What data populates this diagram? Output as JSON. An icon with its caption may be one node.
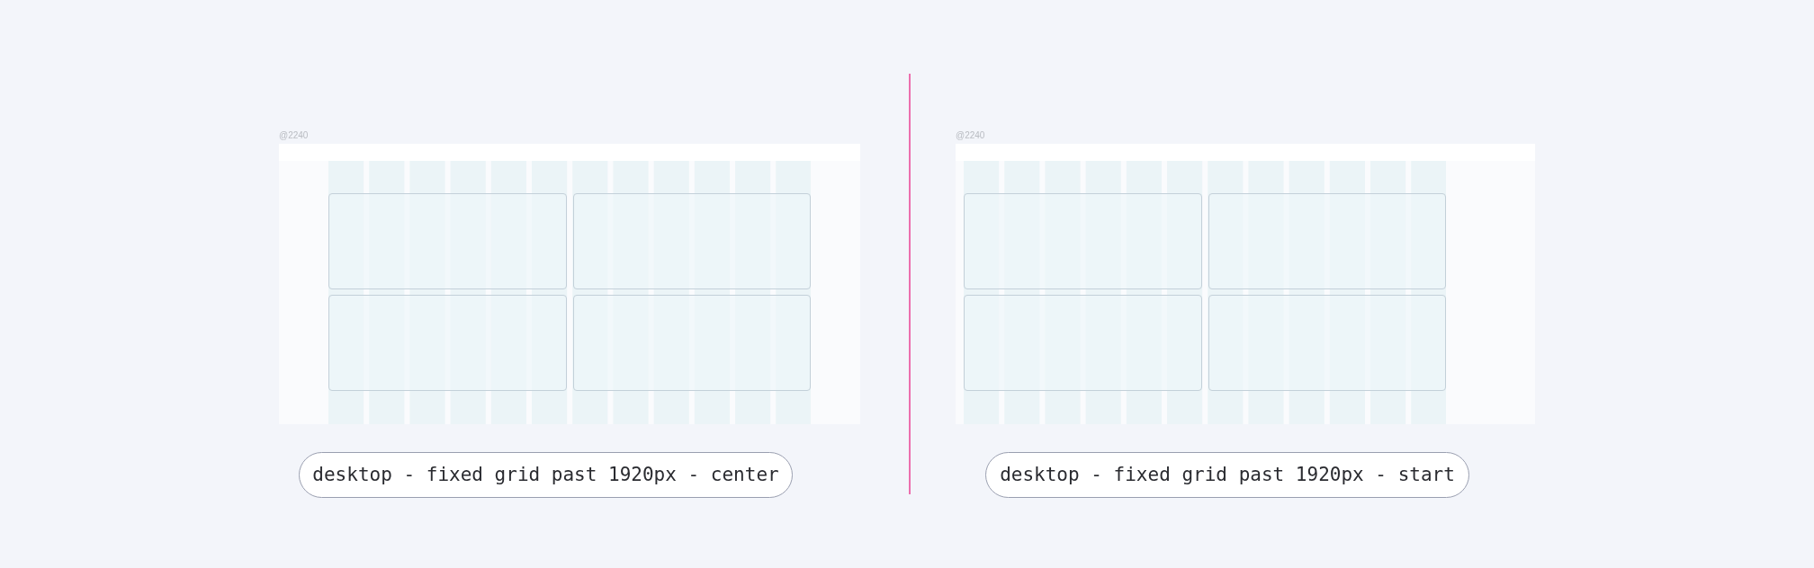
{
  "diagram": {
    "nodes": [
      {
        "text": [
          "@2240"
        ]
      },
      {
        "text": [],
        "shape": "box",
        "in": 0
      },
      {
        "text": [],
        "shape": "box",
        "in": 0
      },
      {
        "text": [],
        "shape": "box",
        "in": 0
      },
      {
        "text": [],
        "shape": "box",
        "in": 0
      },
      {
        "text": [
          "@2240"
        ]
      },
      {
        "text": [],
        "shape": "box",
        "in": 5
      },
      {
        "text": [],
        "shape": "box",
        "in": 5
      },
      {
        "text": [],
        "shape": "box",
        "in": 5
      },
      {
        "text": [],
        "shape": "box",
        "in": 5
      },
      {
        "text": [
          "desktop - fixed grid past 1920px - center"
        ]
      },
      {
        "text": [
          "desktop - fixed grid past 1920px - start"
        ]
      }
    ]
  }
}
